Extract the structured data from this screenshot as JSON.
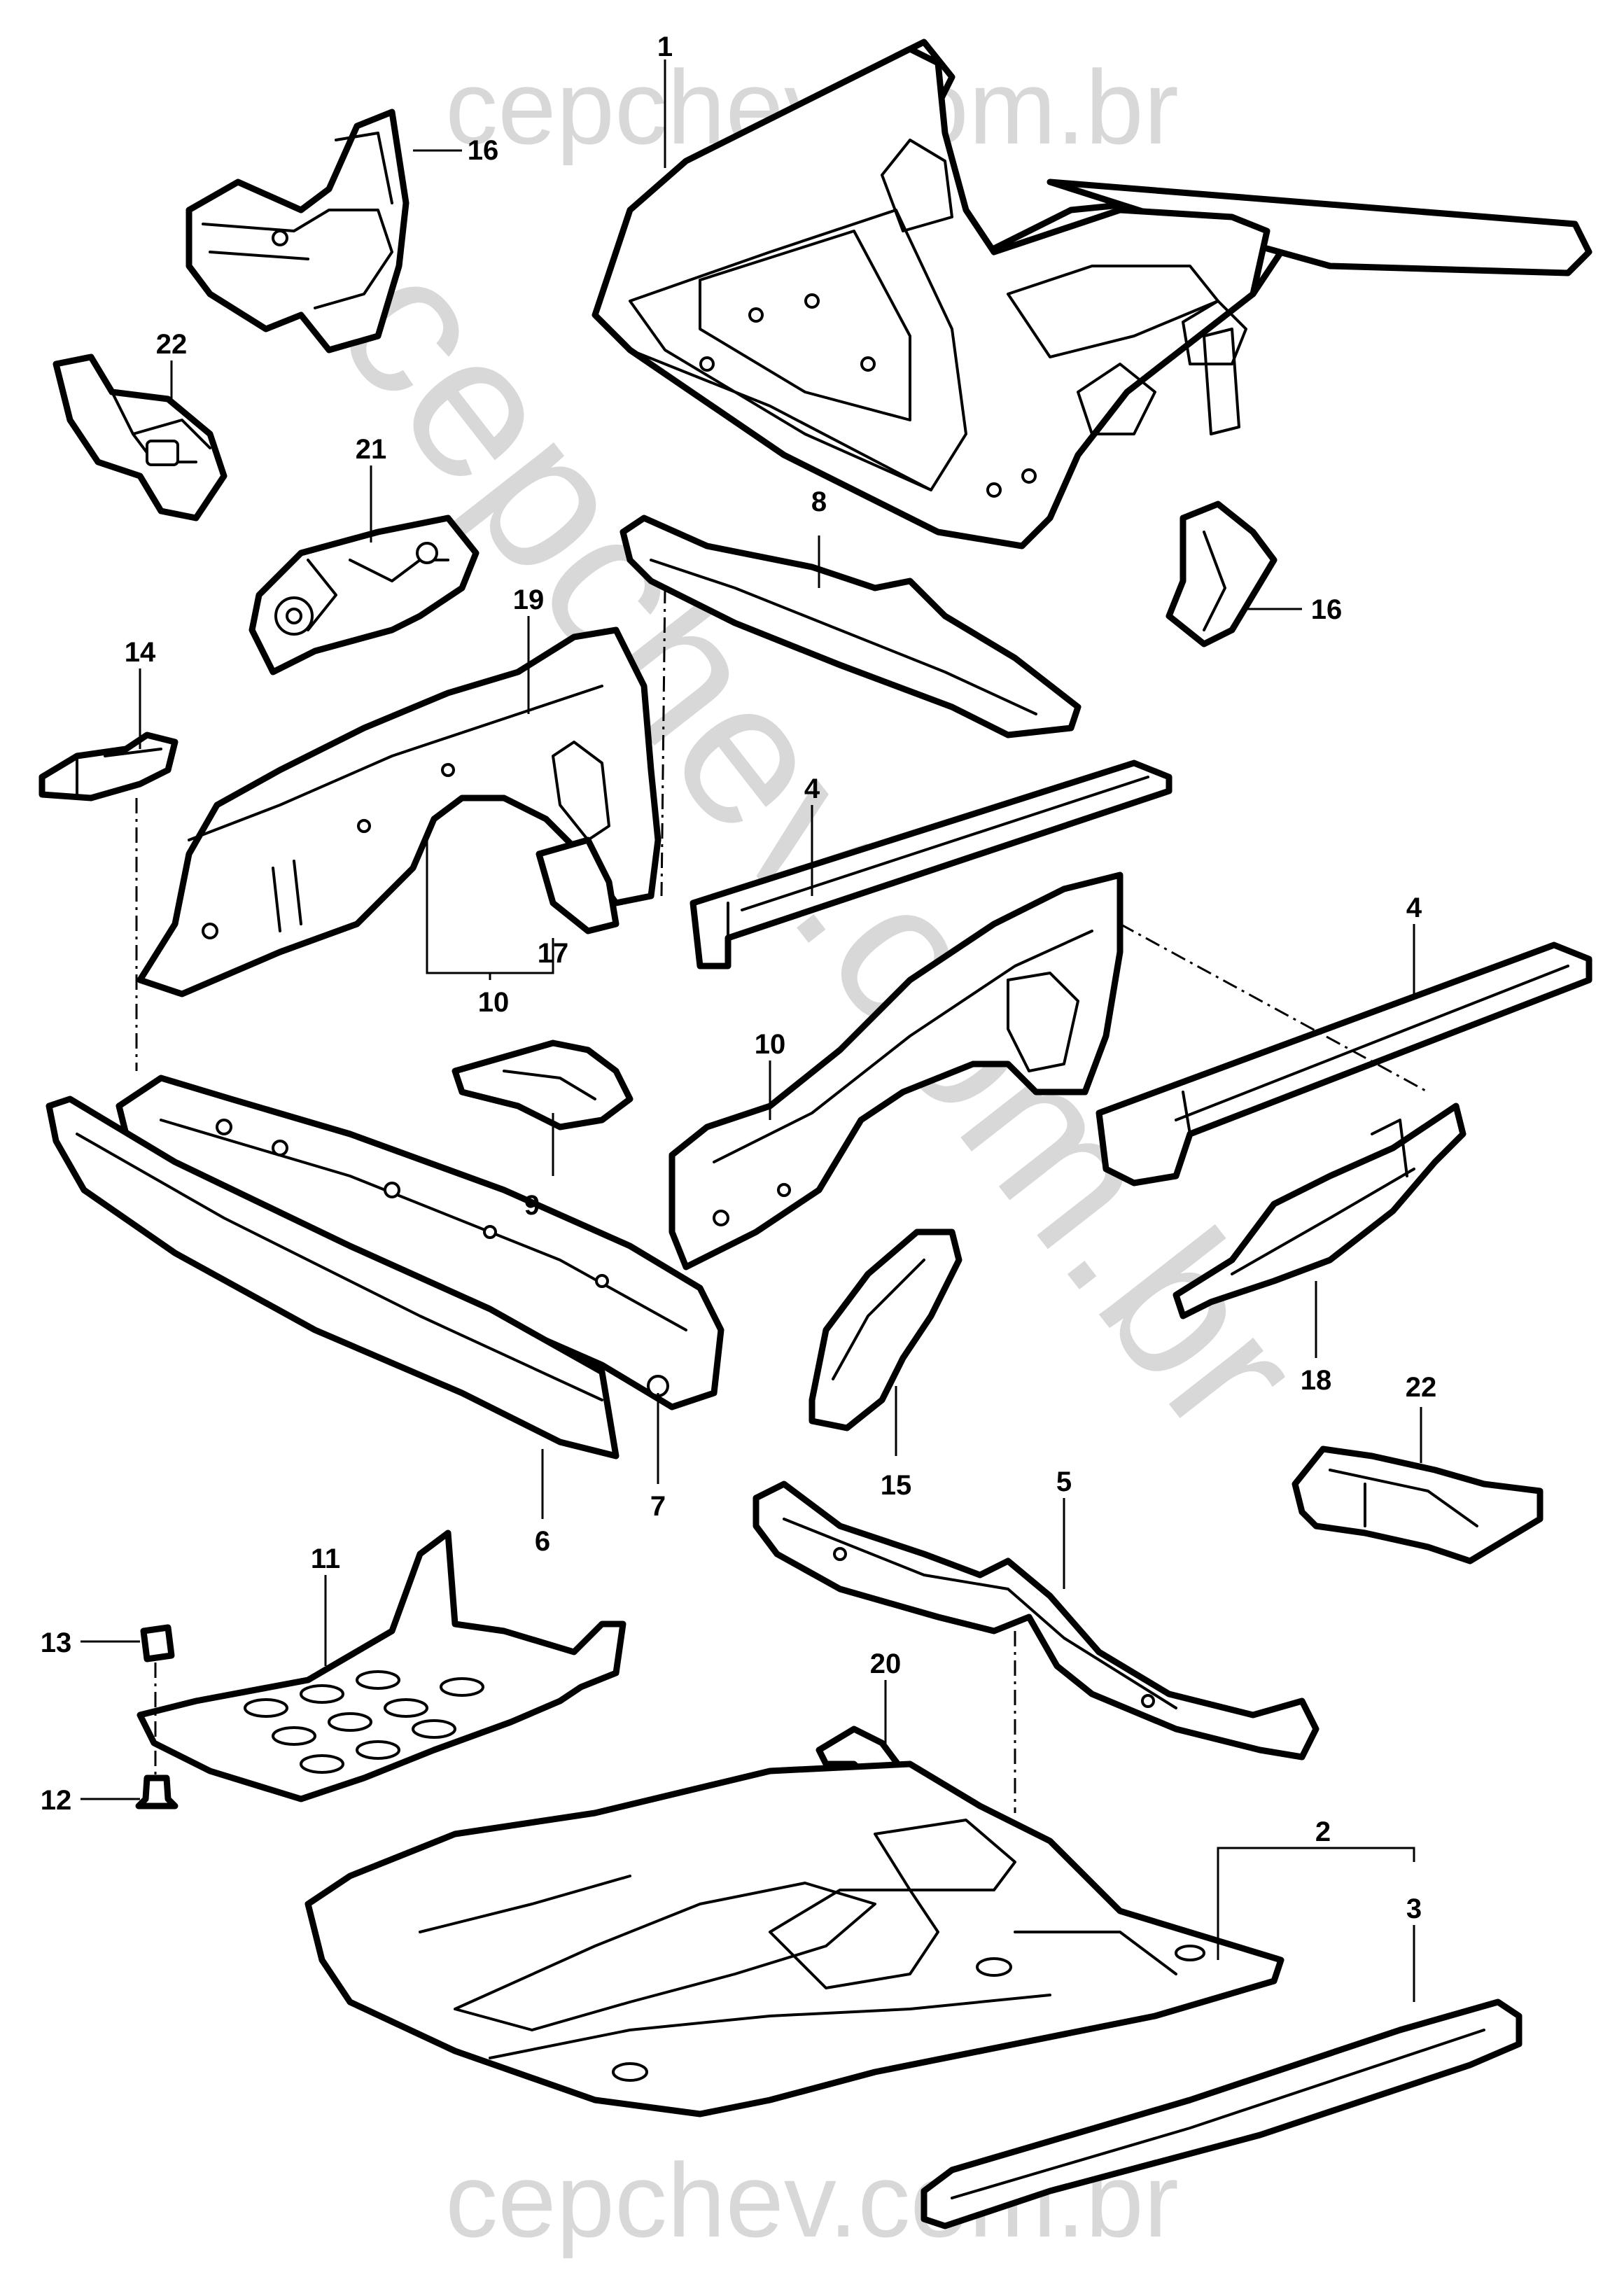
{
  "watermark": {
    "top": "cepchev.com.br",
    "diagonal": "cepchev.com.br",
    "bottom": "cepchev.com.br",
    "color": "#b8b8b8"
  },
  "callouts": {
    "c1": "1",
    "c2": "2",
    "c3": "3",
    "c4a": "4",
    "c4b": "4",
    "c5": "5",
    "c6": "6",
    "c7": "7",
    "c8": "8",
    "c9": "9",
    "c10a": "10",
    "c10b": "10",
    "c11": "11",
    "c12": "12",
    "c13": "13",
    "c14": "14",
    "c15": "15",
    "c16a": "16",
    "c16b": "16",
    "c17": "17",
    "c18": "18",
    "c19": "19",
    "c20": "20",
    "c21": "21",
    "c22a": "22",
    "c22b": "22"
  }
}
